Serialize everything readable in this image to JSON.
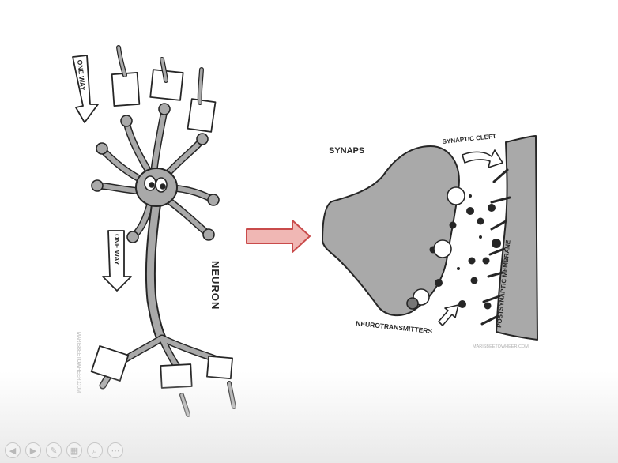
{
  "slide": {
    "neuron_label": "NEURON",
    "one_way_top": "ONE WAY",
    "one_way_bottom": "ONE WAY",
    "synapse_title": "SYNAPS",
    "synaptic_cleft": "SYNAPTIC CLEFT",
    "postsynaptic_membrane": "POSTSYNAPTIC MEMBRANE",
    "neurotransmitters": "NEUROTRANSMITTERS",
    "credit_left": "MARISBEETOWHEER.COM",
    "credit_right": "MARISBEETOWHEER.COM"
  },
  "colors": {
    "cell_fill": "#a9a9a9",
    "outline": "#262626",
    "arrow_fill": "#f0b7b4",
    "arrow_stroke": "#c94b4b"
  },
  "controls": [
    {
      "name": "previous-slide-button",
      "icon": "chevron-left-icon",
      "glyph": "◀"
    },
    {
      "name": "next-slide-button",
      "icon": "chevron-right-icon",
      "glyph": "▶"
    },
    {
      "name": "pen-tool-button",
      "icon": "pen-icon",
      "glyph": "✎"
    },
    {
      "name": "slides-overview-button",
      "icon": "grid-icon",
      "glyph": "▦"
    },
    {
      "name": "zoom-button",
      "icon": "magnifier-icon",
      "glyph": "⌕"
    },
    {
      "name": "more-options-button",
      "icon": "ellipsis-icon",
      "glyph": "⋯"
    }
  ]
}
